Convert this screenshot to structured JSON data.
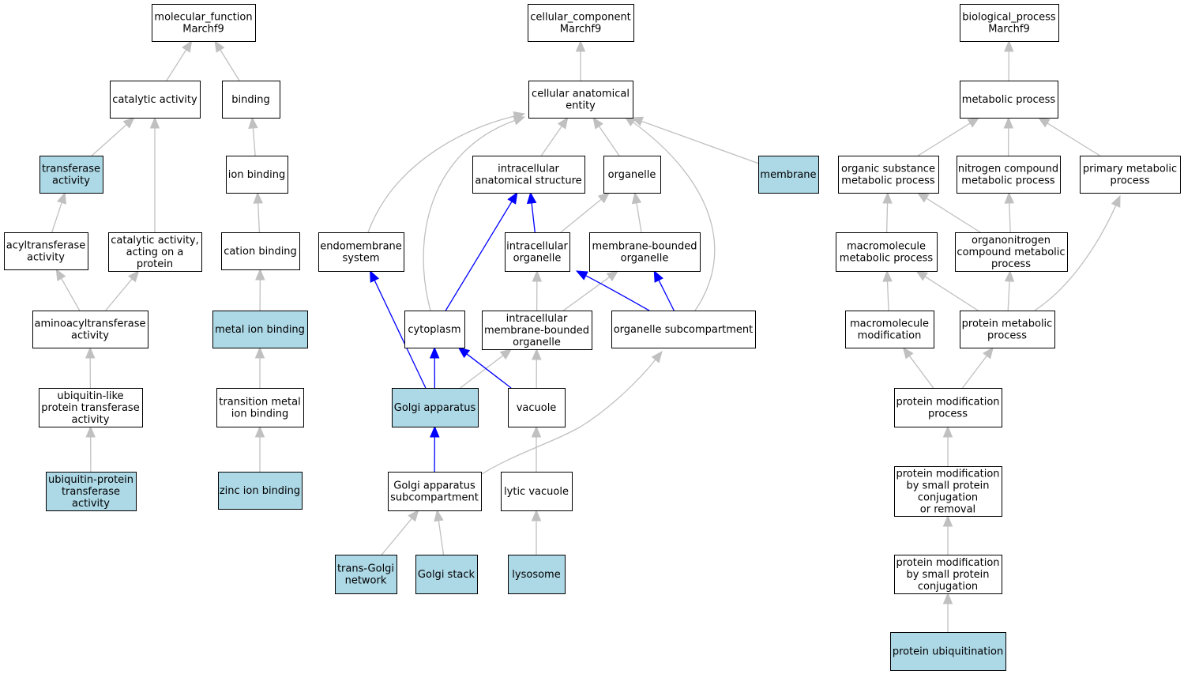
{
  "colors": {
    "annotated_fill": "#add8e6",
    "default_fill": "#ffffff",
    "node_stroke": "#000000",
    "edge_gray": "#c0c0c0",
    "edge_blue": "#0000ff"
  },
  "nodes": {
    "molecular_function": {
      "lines": [
        "molecular_function",
        "Marchf9"
      ],
      "annotated": false
    },
    "catalytic_activity": {
      "lines": [
        "catalytic activity"
      ],
      "annotated": false
    },
    "binding": {
      "lines": [
        "binding"
      ],
      "annotated": false
    },
    "transferase_activity": {
      "lines": [
        "transferase",
        "activity"
      ],
      "annotated": true
    },
    "ion_binding": {
      "lines": [
        "ion binding"
      ],
      "annotated": false
    },
    "acyltransferase_activity": {
      "lines": [
        "acyltransferase",
        "activity"
      ],
      "annotated": false
    },
    "catalytic_activity_protein": {
      "lines": [
        "catalytic activity,",
        "acting on a",
        "protein"
      ],
      "annotated": false
    },
    "cation_binding": {
      "lines": [
        "cation binding"
      ],
      "annotated": false
    },
    "aminoacyltransferase_activity": {
      "lines": [
        "aminoacyltransferase",
        "activity"
      ],
      "annotated": false
    },
    "metal_ion_binding": {
      "lines": [
        "metal ion binding"
      ],
      "annotated": true
    },
    "ubiquitin_like_transferase": {
      "lines": [
        "ubiquitin-like",
        "protein transferase",
        "activity"
      ],
      "annotated": false
    },
    "transition_metal_ion_binding": {
      "lines": [
        "transition metal",
        "ion binding"
      ],
      "annotated": false
    },
    "ubiquitin_protein_transferase": {
      "lines": [
        "ubiquitin-protein",
        "transferase",
        "activity"
      ],
      "annotated": true
    },
    "zinc_ion_binding": {
      "lines": [
        "zinc ion binding"
      ],
      "annotated": true
    },
    "cellular_component": {
      "lines": [
        "cellular_component",
        "Marchf9"
      ],
      "annotated": false
    },
    "cellular_anatomical_entity": {
      "lines": [
        "cellular anatomical",
        "entity"
      ],
      "annotated": false
    },
    "intracellular_anatomical_structure": {
      "lines": [
        "intracellular",
        "anatomical structure"
      ],
      "annotated": false
    },
    "organelle": {
      "lines": [
        "organelle"
      ],
      "annotated": false
    },
    "membrane": {
      "lines": [
        "membrane"
      ],
      "annotated": true
    },
    "endomembrane_system": {
      "lines": [
        "endomembrane",
        "system"
      ],
      "annotated": false
    },
    "intracellular_organelle": {
      "lines": [
        "intracellular",
        "organelle"
      ],
      "annotated": false
    },
    "membrane_bounded_organelle": {
      "lines": [
        "membrane-bounded",
        "organelle"
      ],
      "annotated": false
    },
    "cytoplasm": {
      "lines": [
        "cytoplasm"
      ],
      "annotated": false
    },
    "intracellular_membrane_bounded_organelle": {
      "lines": [
        "intracellular",
        "membrane-bounded",
        "organelle"
      ],
      "annotated": false
    },
    "organelle_subcompartment": {
      "lines": [
        "organelle subcompartment"
      ],
      "annotated": false
    },
    "golgi_apparatus": {
      "lines": [
        "Golgi apparatus"
      ],
      "annotated": true
    },
    "vacuole": {
      "lines": [
        "vacuole"
      ],
      "annotated": false
    },
    "golgi_apparatus_subcompartment": {
      "lines": [
        "Golgi apparatus",
        "subcompartment"
      ],
      "annotated": false
    },
    "lytic_vacuole": {
      "lines": [
        "lytic vacuole"
      ],
      "annotated": false
    },
    "trans_golgi_network": {
      "lines": [
        "trans-Golgi",
        "network"
      ],
      "annotated": true
    },
    "golgi_stack": {
      "lines": [
        "Golgi stack"
      ],
      "annotated": true
    },
    "lysosome": {
      "lines": [
        "lysosome"
      ],
      "annotated": true
    },
    "biological_process": {
      "lines": [
        "biological_process",
        "Marchf9"
      ],
      "annotated": false
    },
    "metabolic_process": {
      "lines": [
        "metabolic process"
      ],
      "annotated": false
    },
    "organic_substance_metabolic_process": {
      "lines": [
        "organic substance",
        "metabolic process"
      ],
      "annotated": false
    },
    "nitrogen_compound_metabolic_process": {
      "lines": [
        "nitrogen compound",
        "metabolic process"
      ],
      "annotated": false
    },
    "primary_metabolic_process": {
      "lines": [
        "primary metabolic",
        "process"
      ],
      "annotated": false
    },
    "macromolecule_metabolic_process": {
      "lines": [
        "macromolecule",
        "metabolic process"
      ],
      "annotated": false
    },
    "organonitrogen_compound_metabolic_process": {
      "lines": [
        "organonitrogen",
        "compound metabolic",
        "process"
      ],
      "annotated": false
    },
    "macromolecule_modification": {
      "lines": [
        "macromolecule",
        "modification"
      ],
      "annotated": false
    },
    "protein_metabolic_process": {
      "lines": [
        "protein metabolic",
        "process"
      ],
      "annotated": false
    },
    "protein_modification_process": {
      "lines": [
        "protein modification",
        "process"
      ],
      "annotated": false
    },
    "protein_modification_small_conj_removal": {
      "lines": [
        "protein modification",
        "by small protein",
        "conjugation",
        "or removal"
      ],
      "annotated": false
    },
    "protein_modification_small_conj": {
      "lines": [
        "protein modification",
        "by small protein",
        "conjugation"
      ],
      "annotated": false
    },
    "protein_ubiquitination": {
      "lines": [
        "protein ubiquitination"
      ],
      "annotated": true
    }
  },
  "edges": [
    {
      "from": "catalytic_activity",
      "to": "molecular_function",
      "style": "gray"
    },
    {
      "from": "binding",
      "to": "molecular_function",
      "style": "gray"
    },
    {
      "from": "transferase_activity",
      "to": "catalytic_activity",
      "style": "gray"
    },
    {
      "from": "catalytic_activity_protein",
      "to": "catalytic_activity",
      "style": "gray"
    },
    {
      "from": "ion_binding",
      "to": "binding",
      "style": "gray"
    },
    {
      "from": "acyltransferase_activity",
      "to": "transferase_activity",
      "style": "gray"
    },
    {
      "from": "cation_binding",
      "to": "ion_binding",
      "style": "gray"
    },
    {
      "from": "aminoacyltransferase_activity",
      "to": "acyltransferase_activity",
      "style": "gray"
    },
    {
      "from": "aminoacyltransferase_activity",
      "to": "catalytic_activity_protein",
      "style": "gray"
    },
    {
      "from": "metal_ion_binding",
      "to": "cation_binding",
      "style": "gray"
    },
    {
      "from": "ubiquitin_like_transferase",
      "to": "aminoacyltransferase_activity",
      "style": "gray"
    },
    {
      "from": "transition_metal_ion_binding",
      "to": "metal_ion_binding",
      "style": "gray"
    },
    {
      "from": "ubiquitin_protein_transferase",
      "to": "ubiquitin_like_transferase",
      "style": "gray"
    },
    {
      "from": "zinc_ion_binding",
      "to": "transition_metal_ion_binding",
      "style": "gray"
    },
    {
      "from": "cellular_anatomical_entity",
      "to": "cellular_component",
      "style": "gray"
    },
    {
      "from": "intracellular_anatomical_structure",
      "to": "cellular_anatomical_entity",
      "style": "gray"
    },
    {
      "from": "organelle",
      "to": "cellular_anatomical_entity",
      "style": "gray"
    },
    {
      "from": "membrane",
      "to": "cellular_anatomical_entity",
      "style": "gray"
    },
    {
      "from": "endomembrane_system",
      "to": "cellular_anatomical_entity",
      "style": "gray"
    },
    {
      "from": "cytoplasm",
      "to": "cellular_anatomical_entity",
      "style": "gray"
    },
    {
      "from": "organelle_subcompartment",
      "to": "cellular_anatomical_entity",
      "style": "gray"
    },
    {
      "from": "intracellular_organelle",
      "to": "intracellular_anatomical_structure",
      "style": "blue"
    },
    {
      "from": "intracellular_organelle",
      "to": "organelle",
      "style": "gray"
    },
    {
      "from": "membrane_bounded_organelle",
      "to": "organelle",
      "style": "gray"
    },
    {
      "from": "cytoplasm",
      "to": "intracellular_anatomical_structure",
      "style": "blue"
    },
    {
      "from": "intracellular_membrane_bounded_organelle",
      "to": "intracellular_organelle",
      "style": "gray"
    },
    {
      "from": "intracellular_membrane_bounded_organelle",
      "to": "membrane_bounded_organelle",
      "style": "gray"
    },
    {
      "from": "organelle_subcompartment",
      "to": "intracellular_organelle",
      "style": "blue"
    },
    {
      "from": "organelle_subcompartment",
      "to": "membrane_bounded_organelle",
      "style": "blue"
    },
    {
      "from": "golgi_apparatus",
      "to": "endomembrane_system",
      "style": "blue"
    },
    {
      "from": "golgi_apparatus",
      "to": "cytoplasm",
      "style": "blue"
    },
    {
      "from": "golgi_apparatus",
      "to": "intracellular_membrane_bounded_organelle",
      "style": "gray"
    },
    {
      "from": "vacuole",
      "to": "cytoplasm",
      "style": "blue"
    },
    {
      "from": "vacuole",
      "to": "intracellular_membrane_bounded_organelle",
      "style": "gray"
    },
    {
      "from": "golgi_apparatus_subcompartment",
      "to": "golgi_apparatus",
      "style": "blue"
    },
    {
      "from": "golgi_apparatus_subcompartment",
      "to": "organelle_subcompartment",
      "style": "gray"
    },
    {
      "from": "lytic_vacuole",
      "to": "vacuole",
      "style": "gray"
    },
    {
      "from": "trans_golgi_network",
      "to": "golgi_apparatus_subcompartment",
      "style": "gray"
    },
    {
      "from": "golgi_stack",
      "to": "golgi_apparatus_subcompartment",
      "style": "gray"
    },
    {
      "from": "lysosome",
      "to": "lytic_vacuole",
      "style": "gray"
    },
    {
      "from": "metabolic_process",
      "to": "biological_process",
      "style": "gray"
    },
    {
      "from": "organic_substance_metabolic_process",
      "to": "metabolic_process",
      "style": "gray"
    },
    {
      "from": "nitrogen_compound_metabolic_process",
      "to": "metabolic_process",
      "style": "gray"
    },
    {
      "from": "primary_metabolic_process",
      "to": "metabolic_process",
      "style": "gray"
    },
    {
      "from": "macromolecule_metabolic_process",
      "to": "organic_substance_metabolic_process",
      "style": "gray"
    },
    {
      "from": "organonitrogen_compound_metabolic_process",
      "to": "organic_substance_metabolic_process",
      "style": "gray"
    },
    {
      "from": "organonitrogen_compound_metabolic_process",
      "to": "nitrogen_compound_metabolic_process",
      "style": "gray"
    },
    {
      "from": "macromolecule_modification",
      "to": "macromolecule_metabolic_process",
      "style": "gray"
    },
    {
      "from": "protein_metabolic_process",
      "to": "macromolecule_metabolic_process",
      "style": "gray"
    },
    {
      "from": "protein_metabolic_process",
      "to": "organonitrogen_compound_metabolic_process",
      "style": "gray"
    },
    {
      "from": "protein_metabolic_process",
      "to": "primary_metabolic_process",
      "style": "gray"
    },
    {
      "from": "protein_modification_process",
      "to": "macromolecule_modification",
      "style": "gray"
    },
    {
      "from": "protein_modification_process",
      "to": "protein_metabolic_process",
      "style": "gray"
    },
    {
      "from": "protein_modification_small_conj_removal",
      "to": "protein_modification_process",
      "style": "gray"
    },
    {
      "from": "protein_modification_small_conj",
      "to": "protein_modification_small_conj_removal",
      "style": "gray"
    },
    {
      "from": "protein_ubiquitination",
      "to": "protein_modification_small_conj",
      "style": "gray"
    }
  ]
}
